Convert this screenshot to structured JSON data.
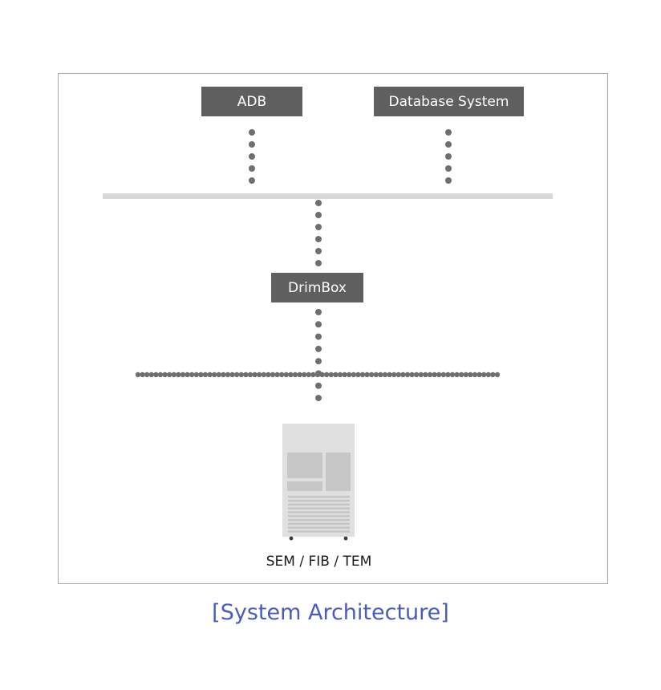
{
  "diagram": {
    "nodes": {
      "adb": "ADB",
      "database_system": "Database System",
      "drimbox": "DrimBox",
      "device": "SEM / FIB / TEM"
    },
    "caption": "[System Architecture]"
  },
  "colors": {
    "node_fill": "#5f5f5f",
    "node_text": "#ffffff",
    "bus_line": "#d9d9d9",
    "dotted_link": "#6f6f6f",
    "frame_border": "#a6a6a6",
    "caption_text": "#4a5bbf",
    "device_body": "#e0e0e0"
  },
  "icons": {
    "device": "server-tower-icon"
  },
  "edges": [
    {
      "from": "adb",
      "to": "bus",
      "style": "dotted"
    },
    {
      "from": "database_system",
      "to": "bus",
      "style": "dotted"
    },
    {
      "from": "bus",
      "to": "drimbox",
      "style": "dotted"
    },
    {
      "from": "drimbox",
      "to": "device",
      "style": "dotted"
    },
    {
      "from": "drimbox",
      "to": "network",
      "style": "dotted"
    }
  ]
}
